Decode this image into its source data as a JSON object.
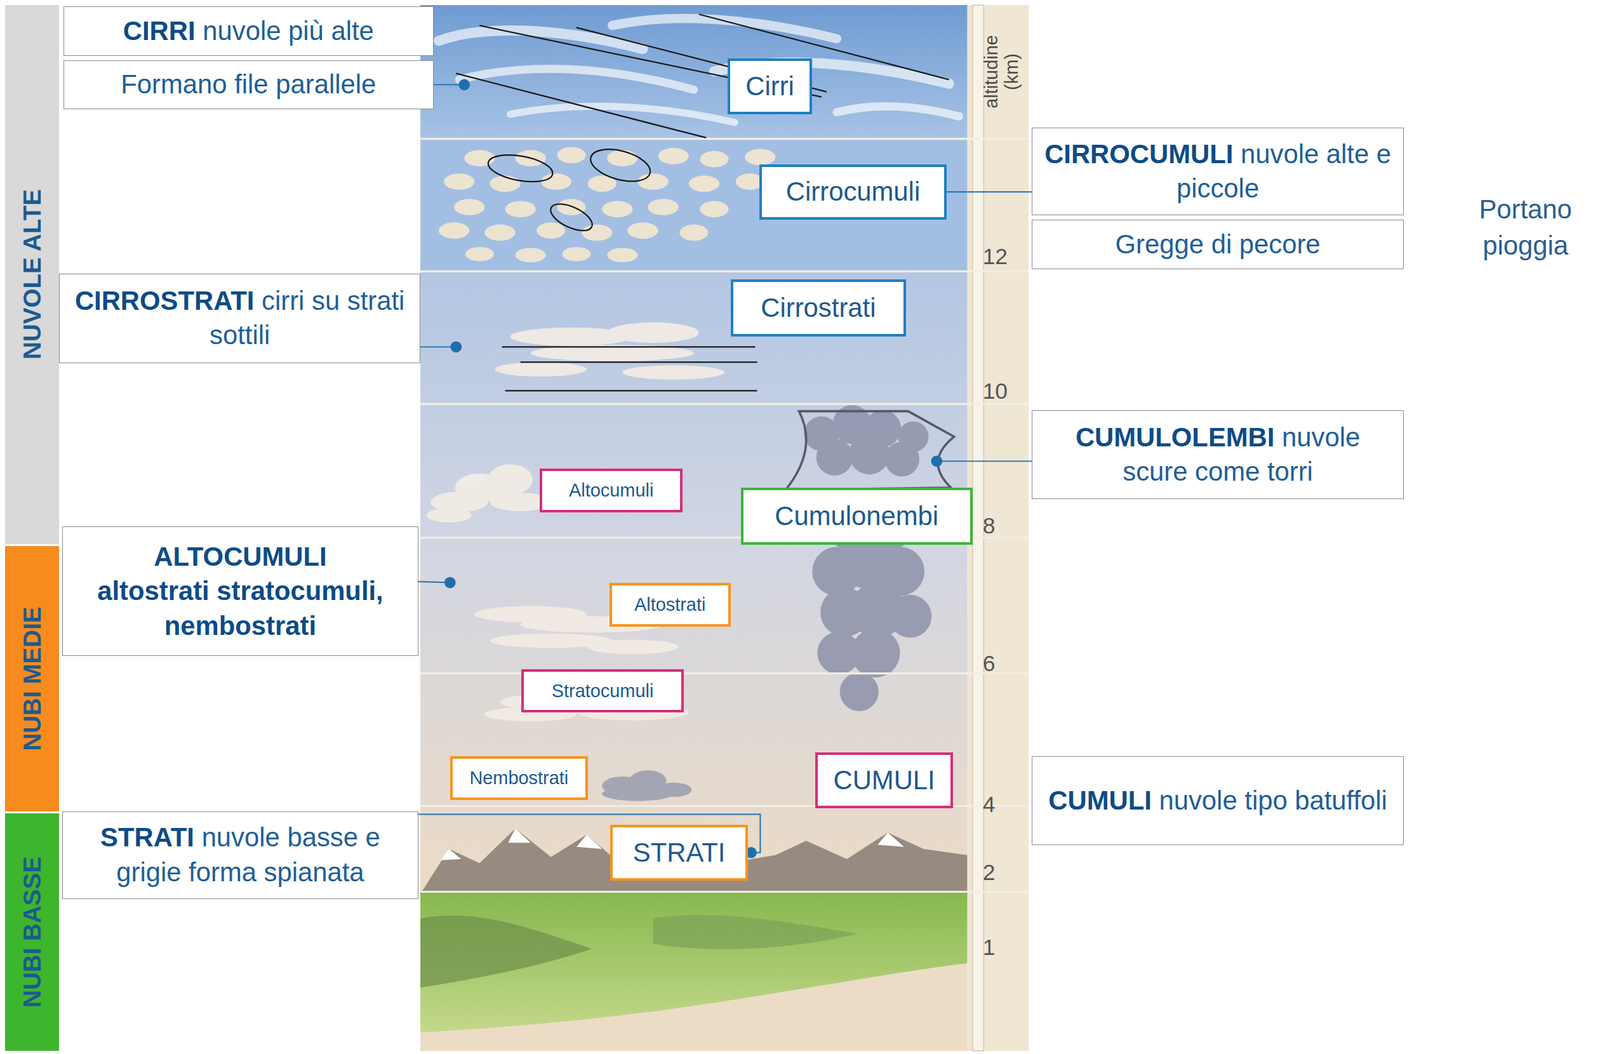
{
  "diagram": {
    "nodes": [
      {
        "text": [
          "NUVOLE ALTE"
        ]
      },
      {
        "text": [
          "CIRRI",
          "nuvole più alte"
        ]
      },
      {
        "text": [
          "Formano file parallele"
        ]
      },
      {
        "text": [
          "Cirri"
        ]
      },
      {
        "text": [
          "Cirrocumuli"
        ]
      },
      {
        "text": [
          "CIRROCUMULI",
          "nuvole alte e piccole"
        ]
      },
      {
        "text": [
          "Gregge di pecore"
        ]
      },
      {
        "text": [
          "CIRROSTRATI",
          "cirri su strati sottili"
        ]
      },
      {
        "text": [
          "Cirrostrati"
        ]
      },
      {
        "text": [
          "CUMULOLEMBI",
          "nuvole scure come torri"
        ]
      },
      {
        "text": [
          "Altocumuli"
        ]
      },
      {
        "text": [
          "Cumulonembi"
        ]
      },
      {
        "text": [
          "ALTOCUMULI",
          "altostrati stratocumuli, nembostrati"
        ]
      },
      {
        "text": [
          "Altostrati"
        ]
      },
      {
        "text": [
          "NUBI MEDIE"
        ]
      },
      {
        "text": [
          "Stratocumuli"
        ]
      },
      {
        "text": [
          "Nembostrati"
        ]
      },
      {
        "text": [
          "CUMULI"
        ]
      },
      {
        "text": [
          "CUMULI",
          "nuvole tipo batuffoli"
        ]
      },
      {
        "text": [
          "STRATI",
          "nuvole basse e grigie forma spianata"
        ]
      },
      {
        "text": [
          "STRATI"
        ]
      },
      {
        "text": [
          "NUBI BASSE"
        ]
      }
    ],
    "edges": [
      {
        "from": 4,
        "to": 5,
        "arrow": "none"
      },
      {
        "from": 19,
        "to": 20,
        "arrow": "none"
      }
    ],
    "labels": [
      "Portano pioggia",
      "altitudine (km)",
      "12",
      "10",
      "8",
      "6",
      "4",
      "2",
      "1"
    ]
  }
}
